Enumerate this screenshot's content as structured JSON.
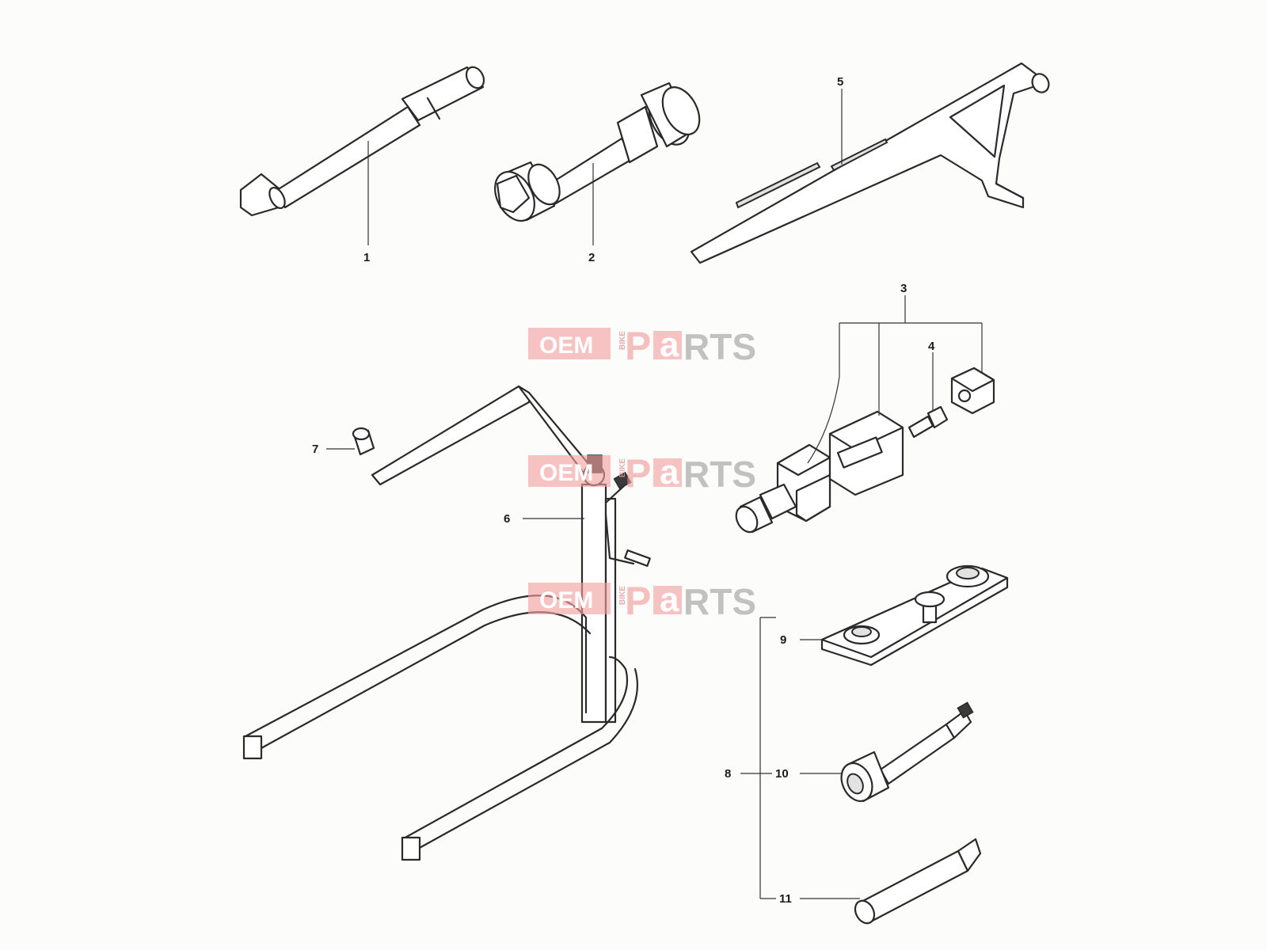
{
  "callouts": {
    "c1": "1",
    "c2": "2",
    "c3": "3",
    "c4": "4",
    "c5": "5",
    "c6": "6",
    "c7": "7",
    "c8": "8",
    "c9": "9",
    "c10": "10",
    "c11": "11"
  },
  "watermark": {
    "oem": "OEM",
    "bike": "BIKE",
    "p": "P",
    "a": "a",
    "rts": "RTS"
  },
  "colors": {
    "line": "#2a2a2a",
    "watermark_red": "#f19b9b",
    "watermark_grey": "#9a9a9a",
    "background": "#fcfcfa"
  }
}
